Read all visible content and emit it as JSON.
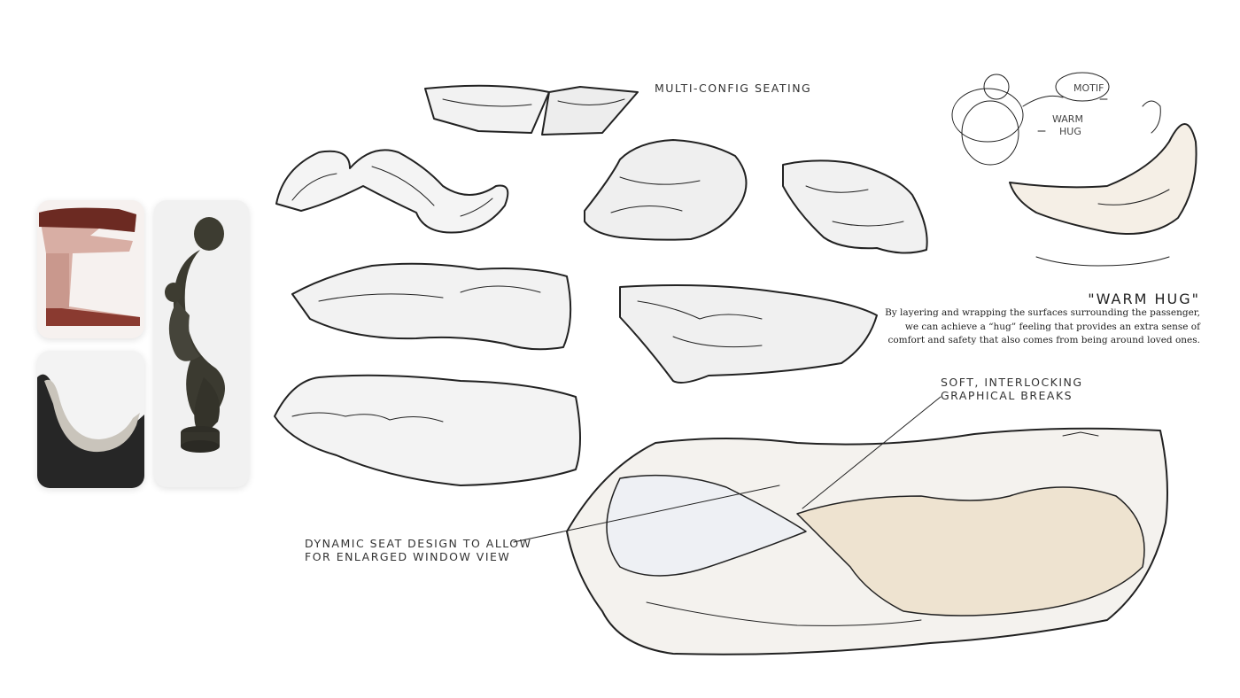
{
  "labels": {
    "multi_config": "MULTI-CONFIG SEATING",
    "warm_hug_title": "\"WARM HUG\"",
    "warm_hug_line1": "By layering and wrapping the surfaces surrounding the passenger,",
    "warm_hug_line2": "we can achieve a “hug” feeling that provides an extra sense of",
    "warm_hug_line3": "comfort and safety that also comes from being around loved ones.",
    "soft_line1": "SOFT, INTERLOCKING",
    "soft_line2": "GRAPHICAL BREAKS",
    "dynamic_line1": "DYNAMIC SEAT DESIGN TO ALLOW",
    "dynamic_line2": "FOR ENLARGED WINDOW VIEW"
  },
  "sketch_notes": {
    "motif": "MOTIF",
    "warm": "WARM",
    "hug": "HUG"
  },
  "colors": {
    "ink": "#222222",
    "chair_red": "#6e2a22",
    "chair_pink": "#d7aaa0",
    "felt": "#2b2b2b",
    "bronze": "#3b3a30",
    "beige": "#d9c9ae"
  }
}
